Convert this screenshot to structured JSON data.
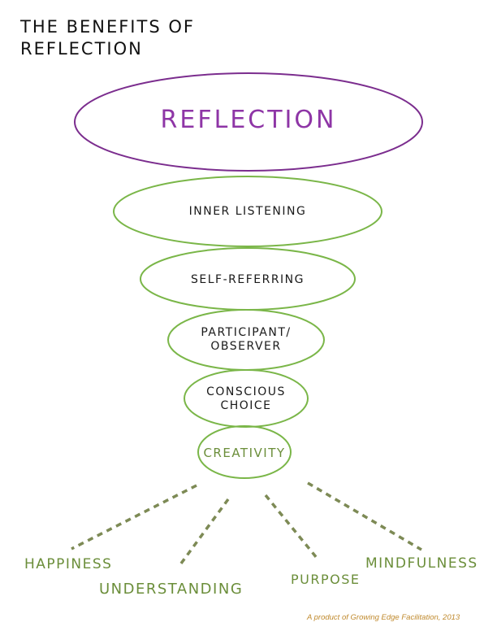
{
  "title": {
    "line1": "THE BENEFITS OF",
    "line2": "REFLECTION"
  },
  "main_node": {
    "label": "REFLECTION",
    "color": "#7b2d8e",
    "text_color": "#8e35a6"
  },
  "stack_nodes": [
    {
      "id": "inner-listening",
      "label": "INNER LISTENING"
    },
    {
      "id": "self-referring",
      "label": "SELF-REFERRING"
    },
    {
      "id": "participant-observer",
      "label_line1": "PARTICIPANT/",
      "label_line2": "OBSERVER"
    },
    {
      "id": "conscious-choice",
      "label_line1": "CONSCIOUS",
      "label_line2": "CHOICE"
    },
    {
      "id": "creativity",
      "label": "CREATIVITY"
    }
  ],
  "outcomes": [
    {
      "id": "happiness",
      "label": "HAPPINESS"
    },
    {
      "id": "understanding",
      "label": "UNDERSTANDING"
    },
    {
      "id": "purpose",
      "label": "PURPOSE"
    },
    {
      "id": "mindfulness",
      "label": "MINDFULNESS"
    }
  ],
  "colors": {
    "node_stroke": "#7ab648",
    "dash": "#7d8a55",
    "outcome_text": "#6b8e3a",
    "footer": "#c08a2e"
  },
  "footer": "A product of Growing Edge Facilitation, 2013"
}
